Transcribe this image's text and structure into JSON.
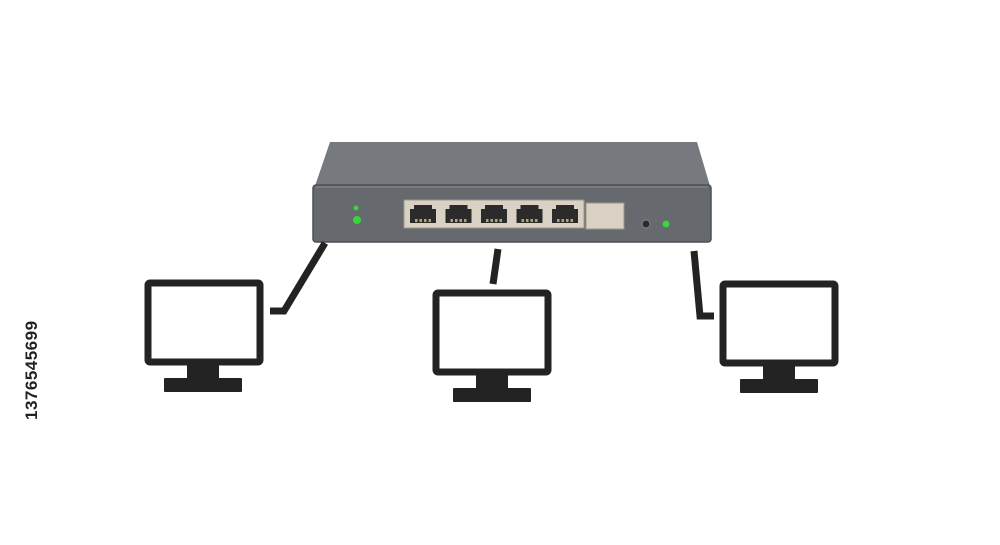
{
  "stock_id": "1376545699",
  "colors": {
    "background": "#ffffff",
    "switch_top": "#76797d",
    "switch_front": "#66696d",
    "switch_edge": "#4d5054",
    "led": "#39d63a",
    "port_frame": "#d9d2c4",
    "port_hole": "#2b2b2b",
    "monitor": "#232323",
    "cable": "#232323"
  },
  "network": {
    "device": "network-switch",
    "port_count": 6,
    "computers": [
      "monitor-left",
      "monitor-center",
      "monitor-right"
    ]
  }
}
